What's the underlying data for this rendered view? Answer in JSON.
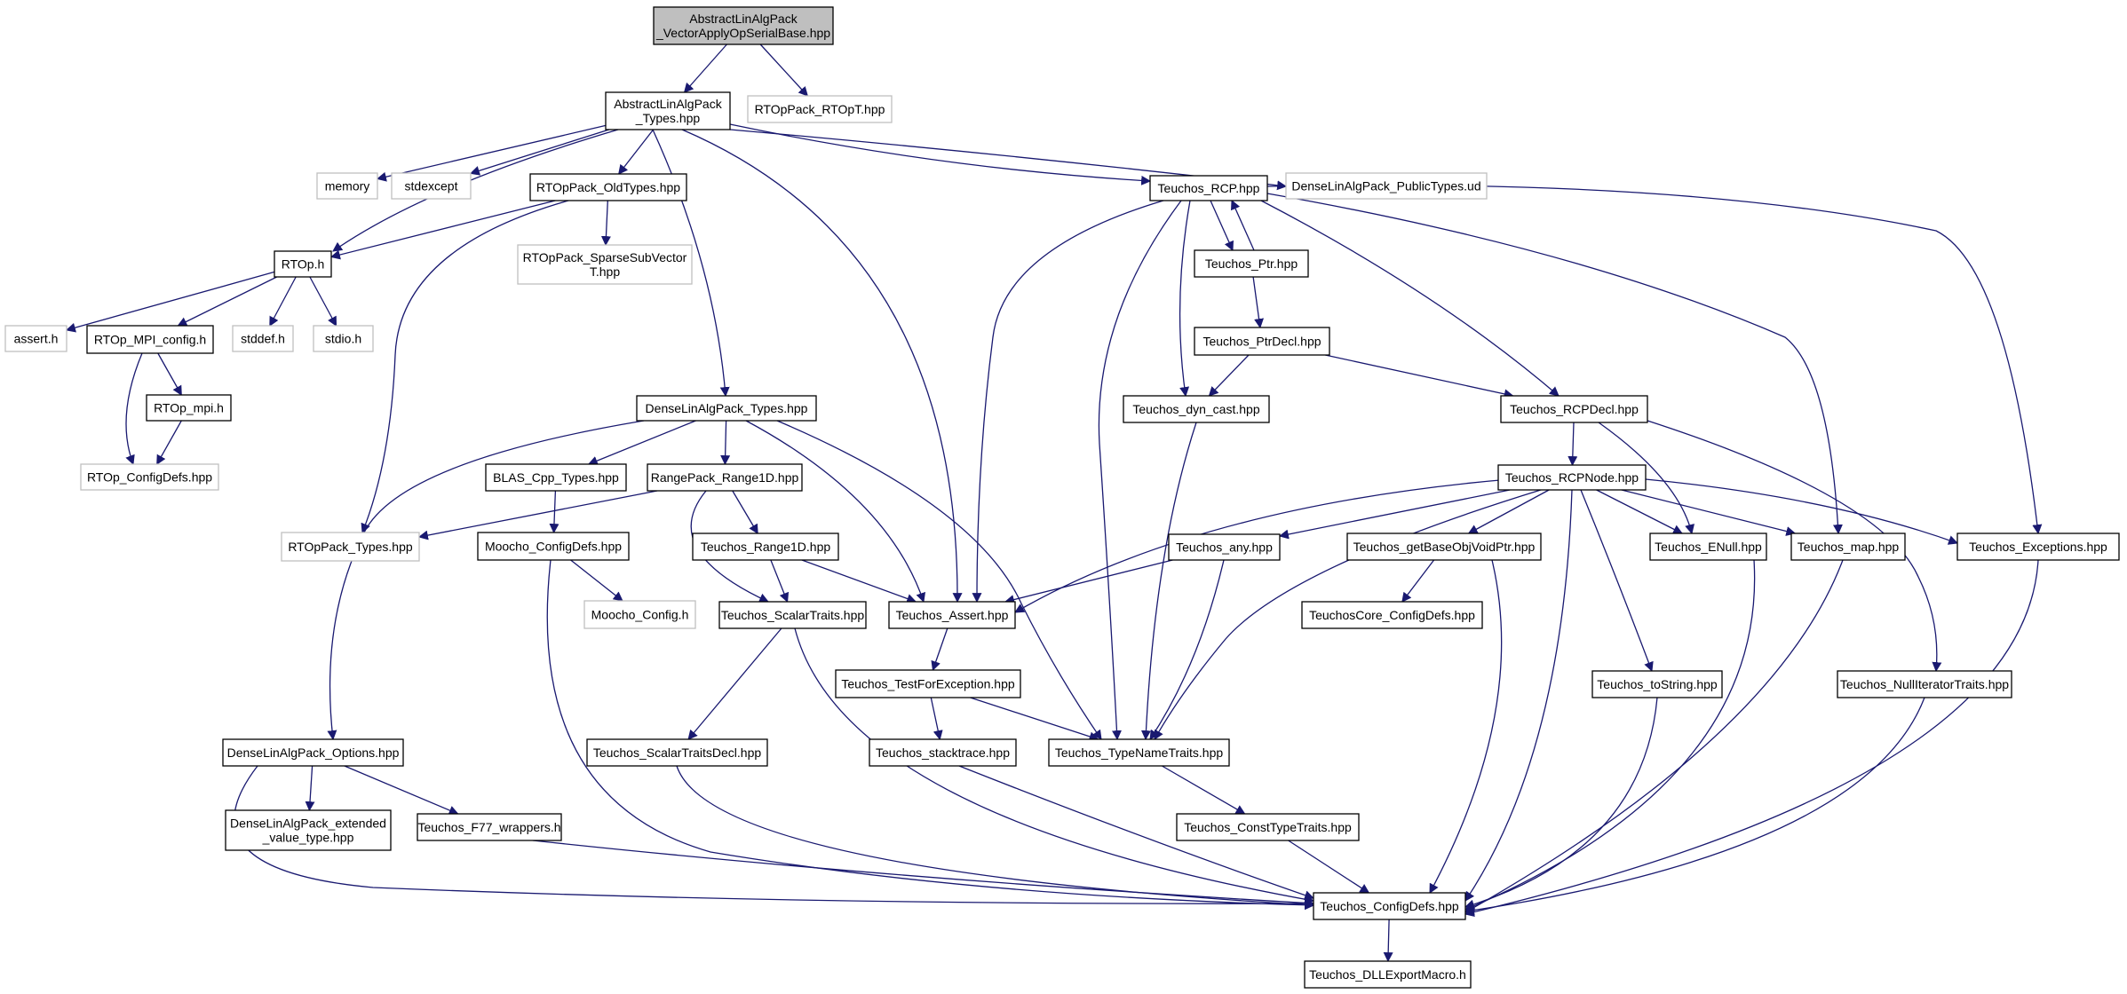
{
  "colors": {
    "edge": "#191970",
    "box_border": "#000000",
    "box_border_external": "#bfbfbf",
    "root_fill": "#bfbfbf",
    "box_fill": "#ffffff",
    "text": "#000000"
  },
  "nodes": [
    {
      "id": "root",
      "lines": [
        "AbstractLinAlgPack",
        "_VectorApplyOpSerialBase.hpp"
      ],
      "kind": "root"
    },
    {
      "id": "alap_types",
      "lines": [
        "AbstractLinAlgPack",
        "_Types.hpp"
      ],
      "kind": "normal"
    },
    {
      "id": "rtoppack_rtopt",
      "lines": [
        "RTOpPack_RTOpT.hpp"
      ],
      "kind": "external"
    },
    {
      "id": "memory",
      "lines": [
        "memory"
      ],
      "kind": "external"
    },
    {
      "id": "stdexcept",
      "lines": [
        "stdexcept"
      ],
      "kind": "external"
    },
    {
      "id": "rtoppack_oldtypes",
      "lines": [
        "RTOpPack_OldTypes.hpp"
      ],
      "kind": "normal"
    },
    {
      "id": "teuchos_rcp",
      "lines": [
        "Teuchos_RCP.hpp"
      ],
      "kind": "normal"
    },
    {
      "id": "dlap_publictypes",
      "lines": [
        "DenseLinAlgPack_PublicTypes.ud"
      ],
      "kind": "external"
    },
    {
      "id": "rtop_h",
      "lines": [
        "RTOp.h"
      ],
      "kind": "normal"
    },
    {
      "id": "rtoppack_sparse",
      "lines": [
        "RTOpPack_SparseSubVector",
        "T.hpp"
      ],
      "kind": "external"
    },
    {
      "id": "teuchos_ptr",
      "lines": [
        "Teuchos_Ptr.hpp"
      ],
      "kind": "normal"
    },
    {
      "id": "assert_h",
      "lines": [
        "assert.h"
      ],
      "kind": "external"
    },
    {
      "id": "rtop_mpi_config",
      "lines": [
        "RTOp_MPI_config.h"
      ],
      "kind": "normal"
    },
    {
      "id": "stddef_h",
      "lines": [
        "stddef.h"
      ],
      "kind": "external"
    },
    {
      "id": "stdio_h",
      "lines": [
        "stdio.h"
      ],
      "kind": "external"
    },
    {
      "id": "teuchos_ptrdecl",
      "lines": [
        "Teuchos_PtrDecl.hpp"
      ],
      "kind": "normal"
    },
    {
      "id": "rtop_mpi",
      "lines": [
        "RTOp_mpi.h"
      ],
      "kind": "normal"
    },
    {
      "id": "dlap_types",
      "lines": [
        "DenseLinAlgPack_Types.hpp"
      ],
      "kind": "normal"
    },
    {
      "id": "teuchos_dyn_cast",
      "lines": [
        "Teuchos_dyn_cast.hpp"
      ],
      "kind": "normal"
    },
    {
      "id": "teuchos_rcpdecl",
      "lines": [
        "Teuchos_RCPDecl.hpp"
      ],
      "kind": "normal"
    },
    {
      "id": "rtop_configdefs",
      "lines": [
        "RTOp_ConfigDefs.hpp"
      ],
      "kind": "external"
    },
    {
      "id": "blas_cpp_types",
      "lines": [
        "BLAS_Cpp_Types.hpp"
      ],
      "kind": "normal"
    },
    {
      "id": "rangepack_range1d",
      "lines": [
        "RangePack_Range1D.hpp"
      ],
      "kind": "normal"
    },
    {
      "id": "teuchos_rcpnode",
      "lines": [
        "Teuchos_RCPNode.hpp"
      ],
      "kind": "normal"
    },
    {
      "id": "rtoppack_types",
      "lines": [
        "RTOpPack_Types.hpp"
      ],
      "kind": "external"
    },
    {
      "id": "moocho_configdefs",
      "lines": [
        "Moocho_ConfigDefs.hpp"
      ],
      "kind": "normal"
    },
    {
      "id": "teuchos_range1d",
      "lines": [
        "Teuchos_Range1D.hpp"
      ],
      "kind": "normal"
    },
    {
      "id": "teuchos_any",
      "lines": [
        "Teuchos_any.hpp"
      ],
      "kind": "normal"
    },
    {
      "id": "teuchos_getbaseobj",
      "lines": [
        "Teuchos_getBaseObjVoidPtr.hpp"
      ],
      "kind": "normal"
    },
    {
      "id": "teuchos_enull",
      "lines": [
        "Teuchos_ENull.hpp"
      ],
      "kind": "normal"
    },
    {
      "id": "teuchos_map",
      "lines": [
        "Teuchos_map.hpp"
      ],
      "kind": "normal"
    },
    {
      "id": "teuchos_exceptions",
      "lines": [
        "Teuchos_Exceptions.hpp"
      ],
      "kind": "normal"
    },
    {
      "id": "moocho_config",
      "lines": [
        "Moocho_Config.h"
      ],
      "kind": "external"
    },
    {
      "id": "teuchos_scalartraits",
      "lines": [
        "Teuchos_ScalarTraits.hpp"
      ],
      "kind": "normal"
    },
    {
      "id": "teuchos_assert",
      "lines": [
        "Teuchos_Assert.hpp"
      ],
      "kind": "normal"
    },
    {
      "id": "teuchoscore_configdefs",
      "lines": [
        "TeuchosCore_ConfigDefs.hpp"
      ],
      "kind": "normal"
    },
    {
      "id": "teuchos_testforexception",
      "lines": [
        "Teuchos_TestForException.hpp"
      ],
      "kind": "normal"
    },
    {
      "id": "teuchos_tostring",
      "lines": [
        "Teuchos_toString.hpp"
      ],
      "kind": "normal"
    },
    {
      "id": "teuchos_nulliteratortraits",
      "lines": [
        "Teuchos_NullIteratorTraits.hpp"
      ],
      "kind": "normal"
    },
    {
      "id": "dlap_options",
      "lines": [
        "DenseLinAlgPack_Options.hpp"
      ],
      "kind": "normal"
    },
    {
      "id": "teuchos_scalartraitsdecl",
      "lines": [
        "Teuchos_ScalarTraitsDecl.hpp"
      ],
      "kind": "normal"
    },
    {
      "id": "teuchos_stacktrace",
      "lines": [
        "Teuchos_stacktrace.hpp"
      ],
      "kind": "normal"
    },
    {
      "id": "teuchos_typenametraits",
      "lines": [
        "Teuchos_TypeNameTraits.hpp"
      ],
      "kind": "normal"
    },
    {
      "id": "dlap_extended",
      "lines": [
        "DenseLinAlgPack_extended",
        "_value_type.hpp"
      ],
      "kind": "normal"
    },
    {
      "id": "teuchos_f77",
      "lines": [
        "Teuchos_F77_wrappers.h"
      ],
      "kind": "normal"
    },
    {
      "id": "teuchos_consttypetraits",
      "lines": [
        "Teuchos_ConstTypeTraits.hpp"
      ],
      "kind": "normal"
    },
    {
      "id": "teuchos_configdefs",
      "lines": [
        "Teuchos_ConfigDefs.hpp"
      ],
      "kind": "normal"
    },
    {
      "id": "teuchos_dllexport",
      "lines": [
        "Teuchos_DLLExportMacro.h"
      ],
      "kind": "normal"
    }
  ]
}
